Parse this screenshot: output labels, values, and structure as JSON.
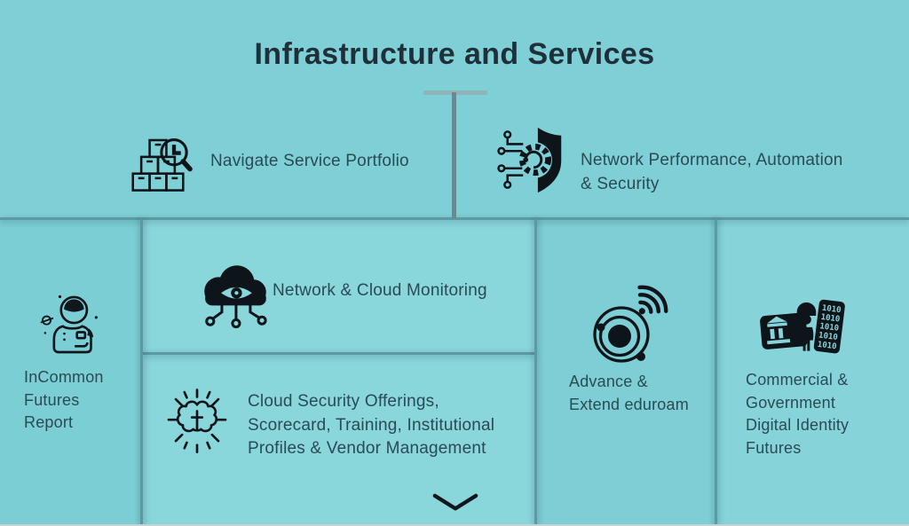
{
  "header": {
    "title": "Infrastructure and Services"
  },
  "colors": {
    "background": "#7fd0d6",
    "middle_panel": "#89d6db",
    "divider": "#5d99a2",
    "connector_stem": "#74868d",
    "title_text": "#20303b",
    "label_text": "#2a4a54",
    "icon_ink": "#0e151a"
  },
  "connector": {
    "shape": "t-connector",
    "from": "title",
    "to": "panels"
  },
  "top_items": [
    {
      "id": "navigate-service-portfolio",
      "icon": "boxes-magnifier-icon",
      "label": "Navigate Service Portfolio"
    },
    {
      "id": "network-performance-automation-security",
      "icon": "shield-gear-circuit-icon",
      "label": "Network Performance, Automation\n& Security"
    }
  ],
  "panels": {
    "incommon": {
      "icon": "astronaut-icon",
      "label": "InCommon\nFutures\nReport"
    },
    "monitoring": {
      "icon": "cloud-eye-network-icon",
      "label": "Network & Cloud Monitoring"
    },
    "cloud_security": {
      "icon": "brain-rays-icon",
      "label": "Cloud Security Offerings,\nScorecard, Training, Institutional\nProfiles & Vendor Management"
    },
    "eduroam": {
      "icon": "orbit-wifi-icon",
      "label": "Advance &\nExtend eduroam"
    },
    "digital_identity": {
      "icon": "id-card-binary-icon",
      "label": "Commercial &\nGovernment\nDigital Identity\nFutures",
      "binary_rows": [
        "1010",
        "1010",
        "1010",
        "1010",
        "1010"
      ]
    }
  },
  "footer": {
    "expand_icon": "chevron-down-icon"
  }
}
